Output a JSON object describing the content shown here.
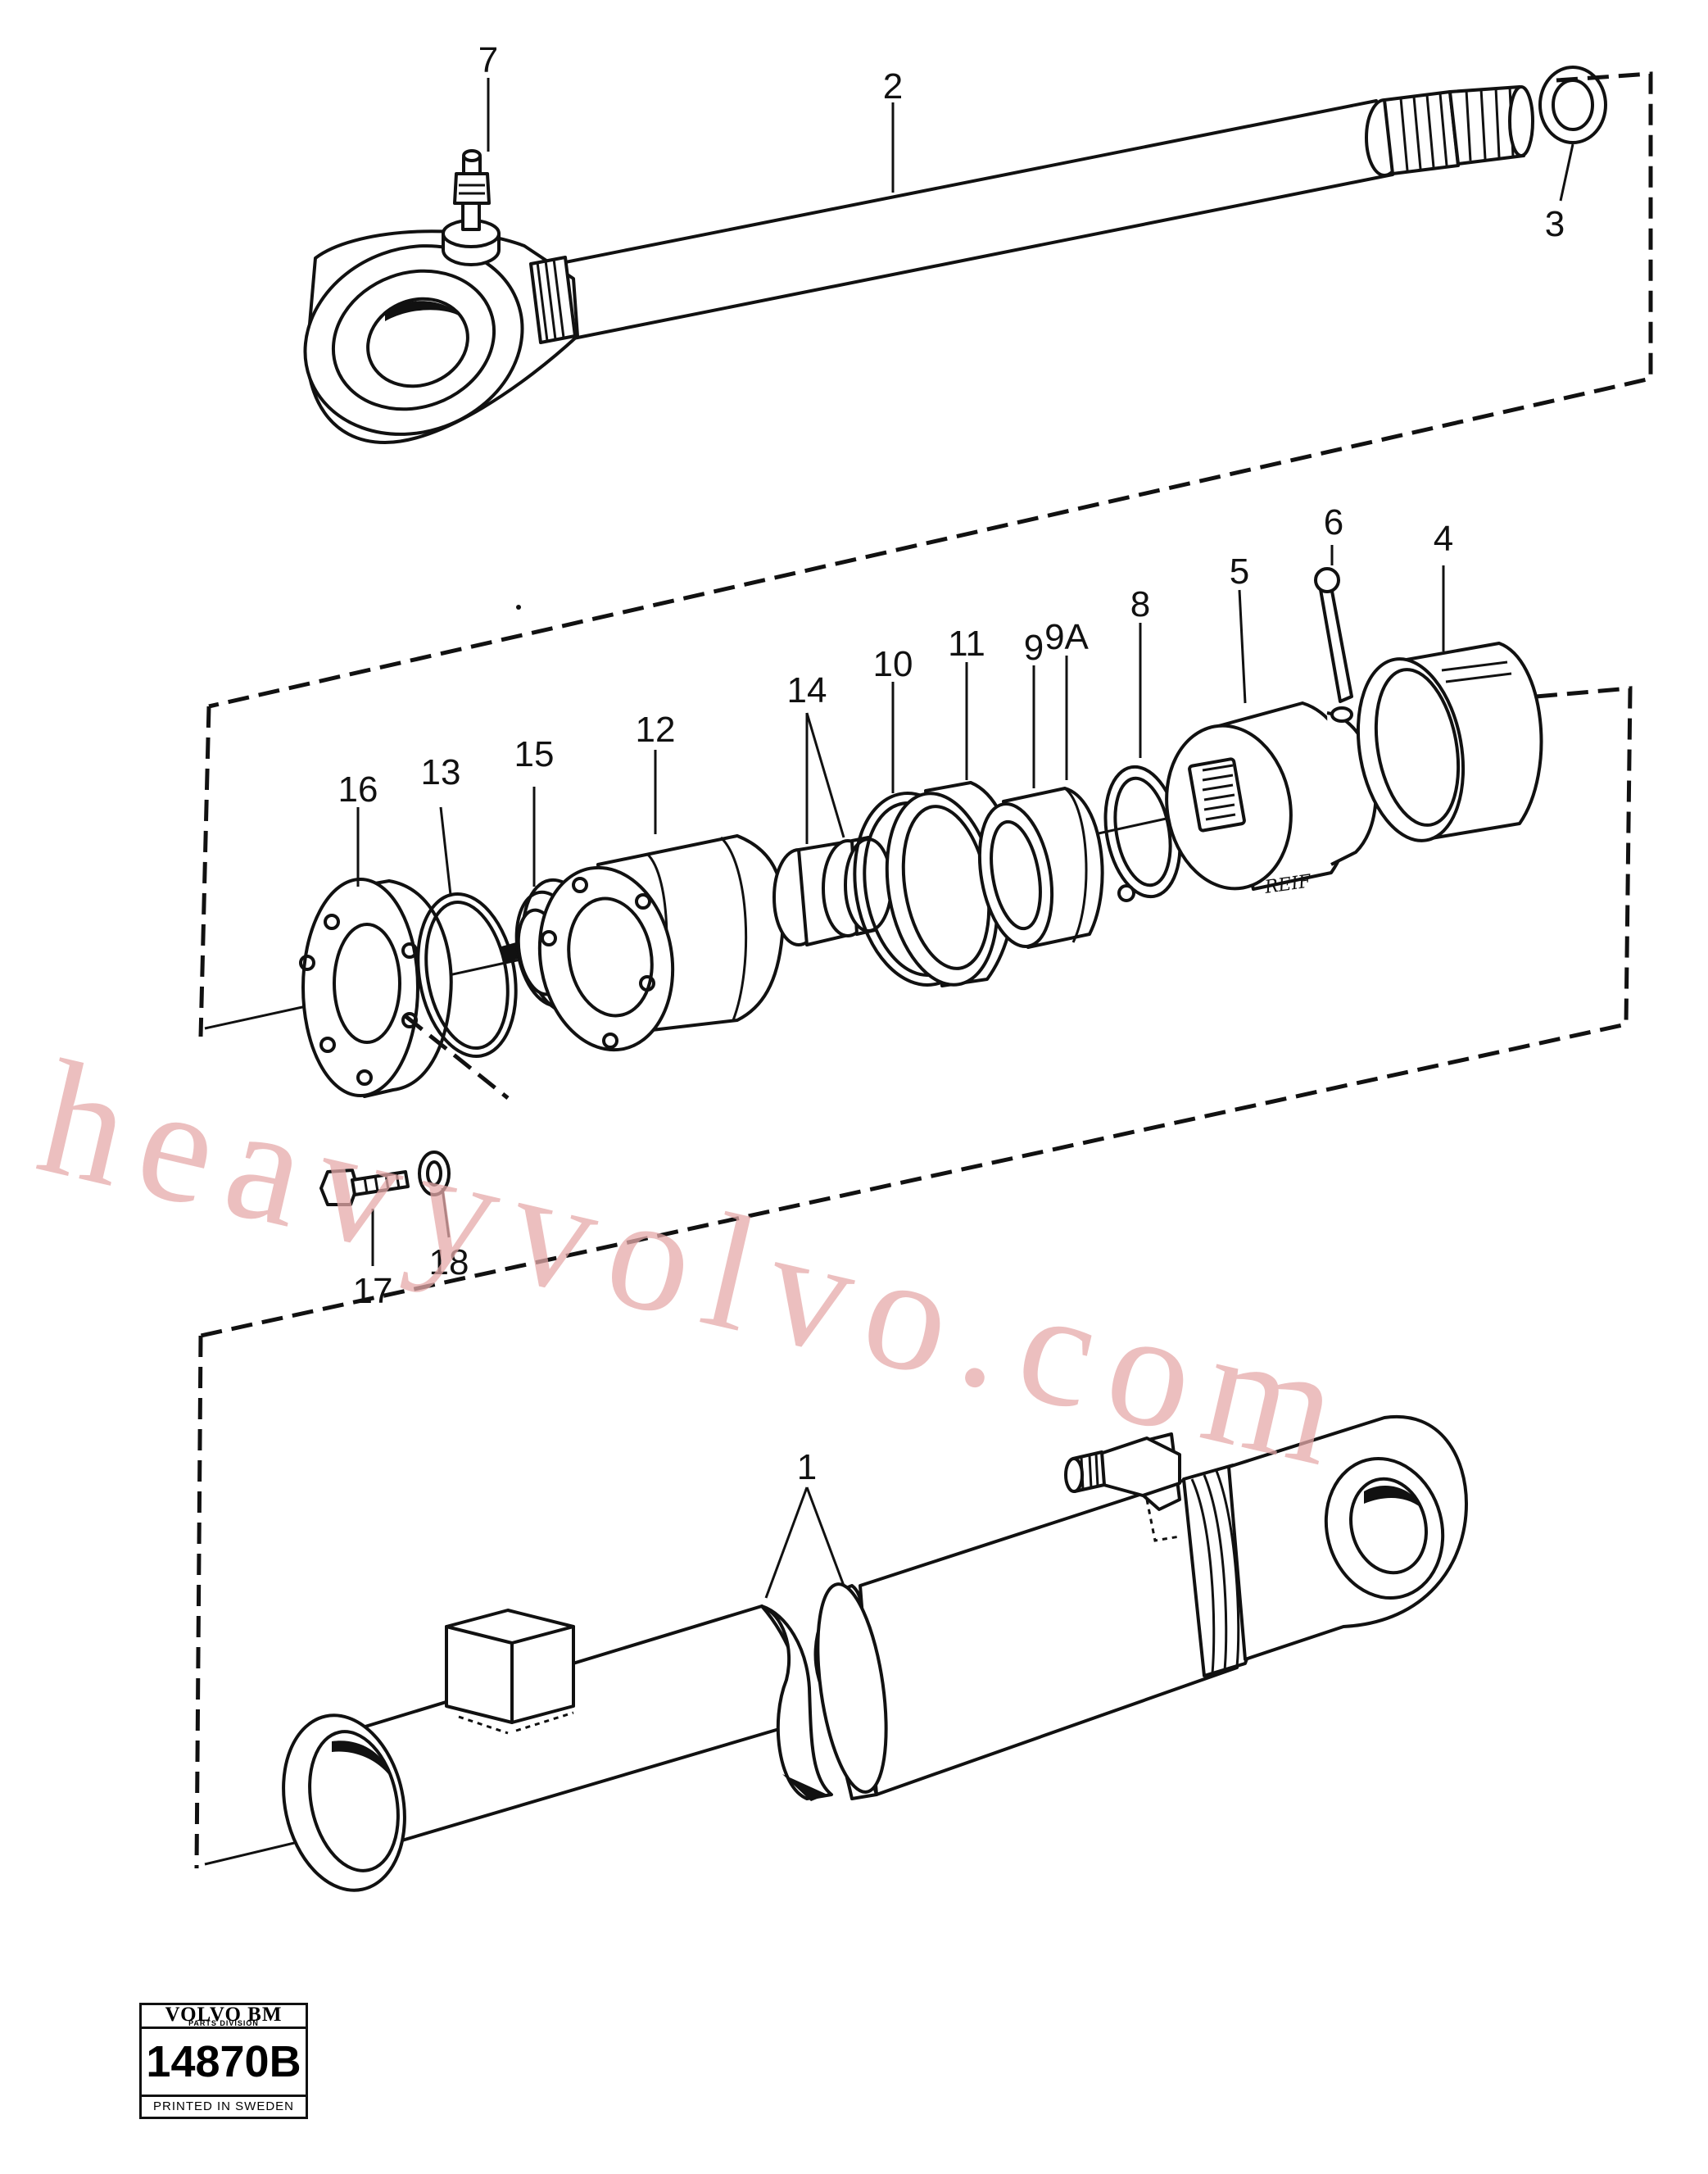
{
  "callouts": {
    "c1": "1",
    "c2": "2",
    "c3": "3",
    "c4": "4",
    "c5": "5",
    "c6": "6",
    "c7": "7",
    "c8": "8",
    "c9": "9",
    "c9a": "9A",
    "c10": "10",
    "c11": "11",
    "c12": "12",
    "c13": "13",
    "c14": "14",
    "c15": "15",
    "c16": "16",
    "c17": "17",
    "c18": "18"
  },
  "annotation": "REIF",
  "watermark": "heavyvolvo.com",
  "logo": {
    "brand": "VOLVO BM",
    "division": "PARTS DIVISION",
    "number": "14870B",
    "printed": "PRINTED IN SWEDEN"
  }
}
